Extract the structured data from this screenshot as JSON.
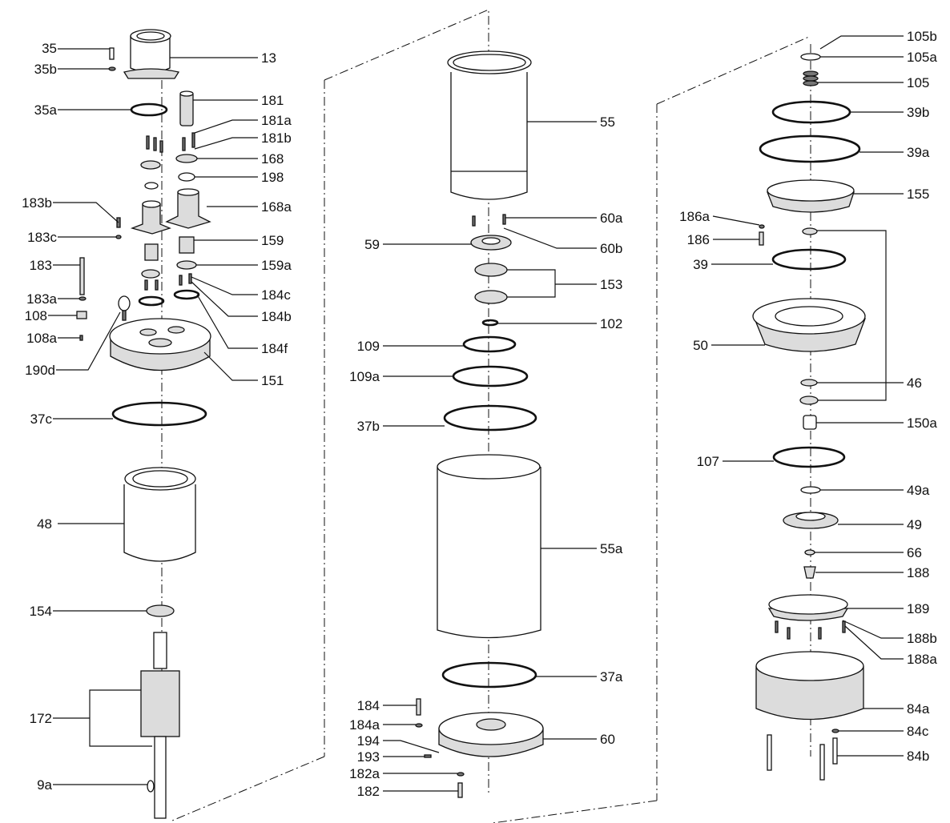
{
  "callouts": {
    "c35": "35",
    "c35b": "35b",
    "c13": "13",
    "c35a": "35a",
    "c181": "181",
    "c181a": "181a",
    "c181b": "181b",
    "c168": "168",
    "c198": "198",
    "c183b": "183b",
    "c168a": "168a",
    "c183c": "183c",
    "c159": "159",
    "c183": "183",
    "c159a": "159a",
    "c184c": "184c",
    "c183a": "183a",
    "c108": "108",
    "c184b": "184b",
    "c108a": "108a",
    "c184f": "184f",
    "c190d": "190d",
    "c151": "151",
    "c37c": "37c",
    "c48": "48",
    "c154": "154",
    "c172": "172",
    "c9a": "9a",
    "c55": "55",
    "c60a": "60a",
    "c59": "59",
    "c60b": "60b",
    "c153": "153",
    "c102": "102",
    "c109": "109",
    "c109a": "109a",
    "c37b": "37b",
    "c55a": "55a",
    "c37a": "37a",
    "c184": "184",
    "c184a": "184a",
    "c194": "194",
    "c193": "193",
    "c60": "60",
    "c182a": "182a",
    "c182": "182",
    "c105b": "105b",
    "c105a": "105a",
    "c105": "105",
    "c39b": "39b",
    "c39a": "39a",
    "c155": "155",
    "c186a": "186a",
    "c186": "186",
    "c39": "39",
    "c50": "50",
    "c46": "46",
    "c150a": "150a",
    "c107": "107",
    "c49a": "49a",
    "c49": "49",
    "c66": "66",
    "c188": "188",
    "c189": "189",
    "c188b": "188b",
    "c188a": "188a",
    "c84a": "84a",
    "c84c": "84c",
    "c84b": "84b"
  }
}
